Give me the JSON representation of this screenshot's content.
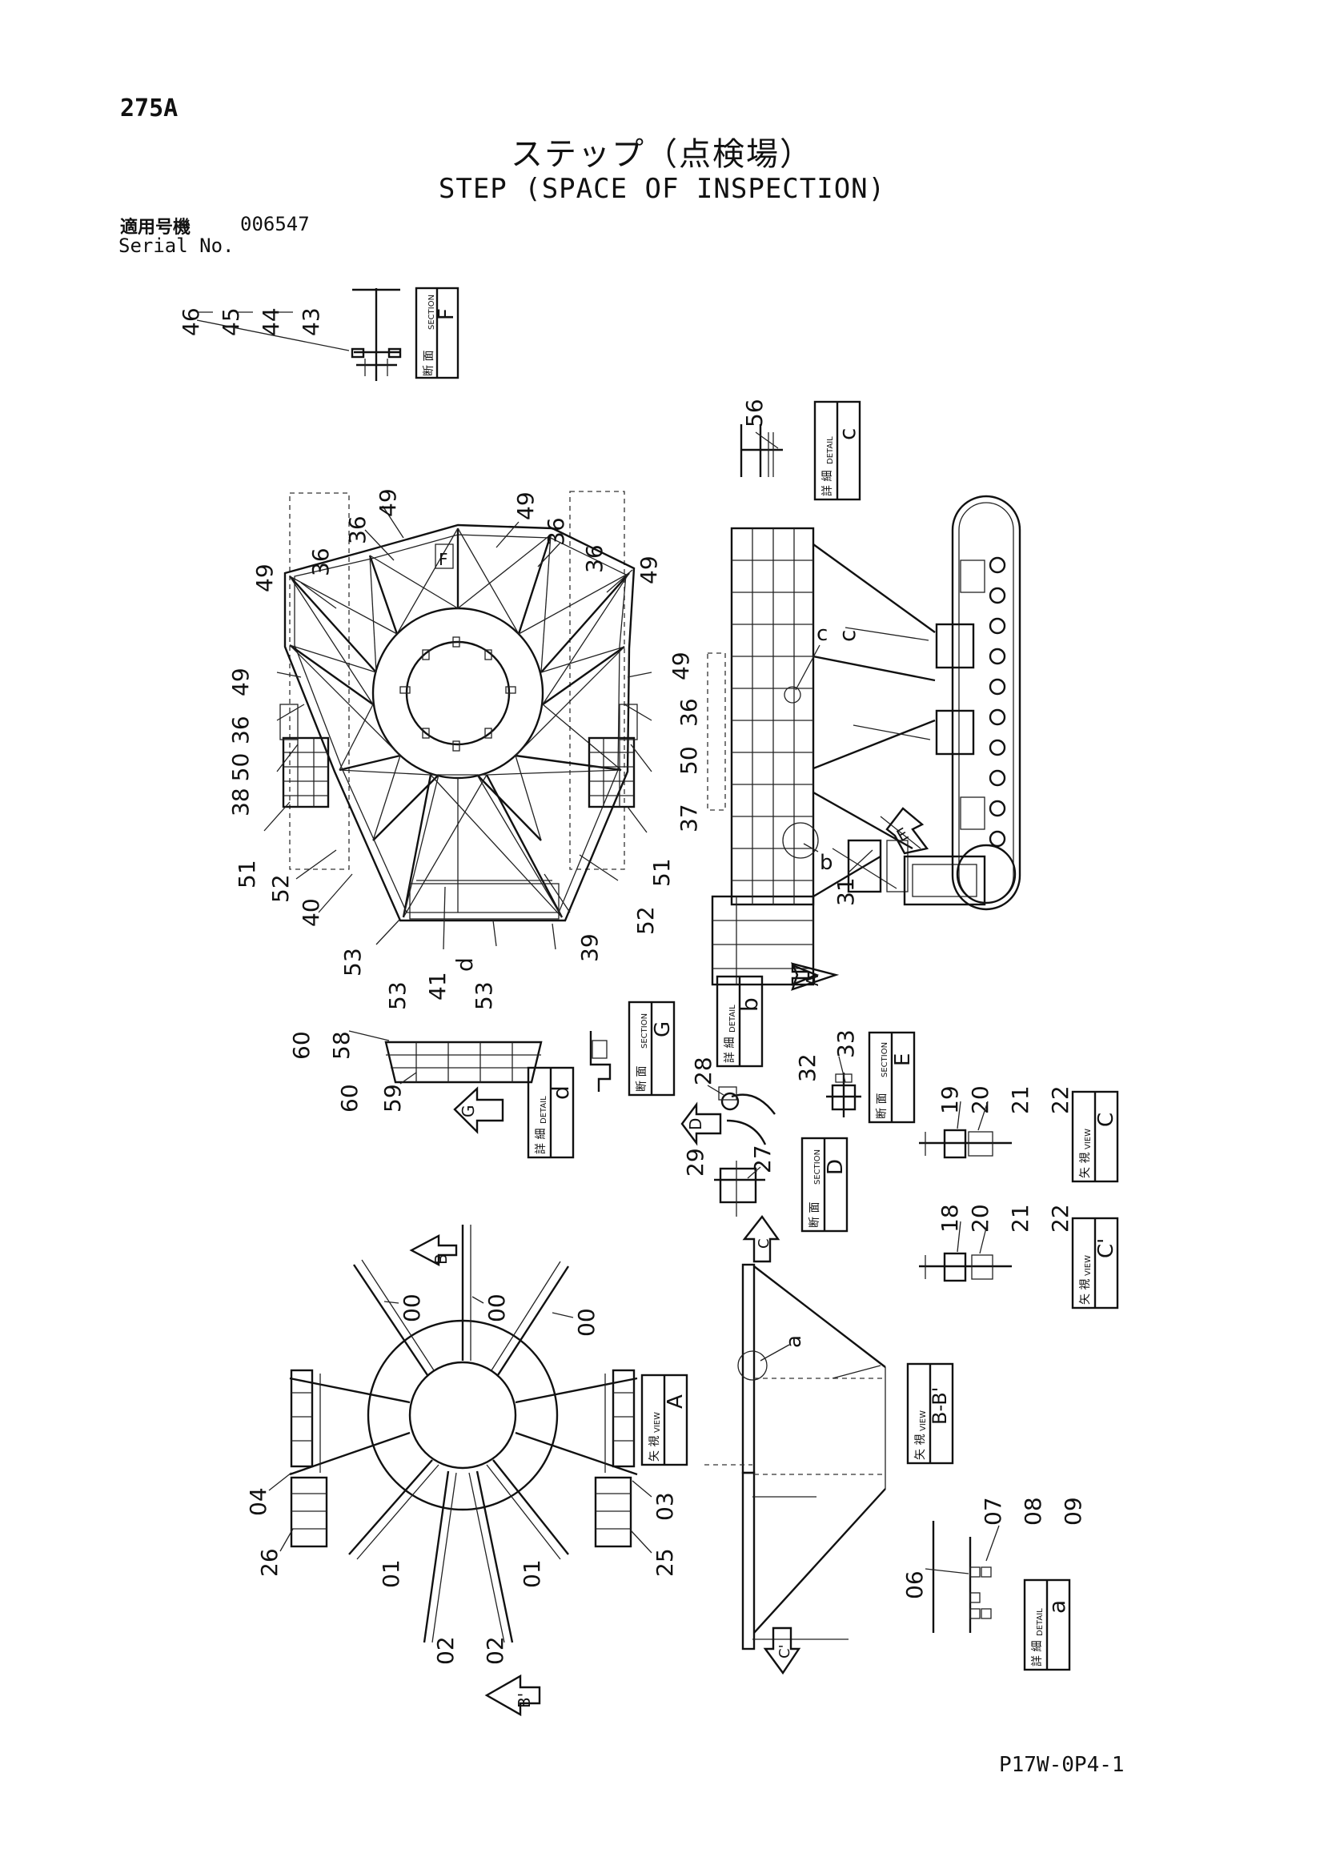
{
  "header": {
    "page_no": "275A",
    "title_jp": "ステップ（点検場）",
    "title_en": "STEP (SPACE OF INSPECTION)",
    "serial_label_jp": "適用号機",
    "serial_value": "006547",
    "serial_label_en": "Serial No."
  },
  "footer": {
    "doc_no": "P17W-0P4-1"
  },
  "callouts": {
    "section_jp": "断 面",
    "section_en": "SECTION",
    "detail_jp": "詳 細",
    "detail_en": "DETAIL",
    "view_jp": "矢 視",
    "view_en": "VIEW",
    "letter_F": "F",
    "letter_c": "c",
    "letter_G": "G",
    "letter_b": "b",
    "letter_E": "E",
    "letter_d": "d",
    "letter_D": "D",
    "letter_C": "C",
    "letter_Cp": "C'",
    "letter_A": "A",
    "letter_BB": "B-B'",
    "letter_a": "a"
  },
  "arrows": {
    "A": "A",
    "E": "E",
    "G": "G",
    "D": "D",
    "C": "C",
    "Cp": "C'",
    "B": "B",
    "Bp": "B'"
  },
  "labels": {
    "sec_f": [
      "46",
      "45",
      "44",
      "43"
    ],
    "det_c": "56",
    "top_view": [
      "49",
      "36",
      "49",
      "36",
      "49",
      "49",
      "36",
      "36",
      "49",
      "49",
      "36",
      "50",
      "38",
      "51",
      "52",
      "40",
      "53",
      "41",
      "53",
      "53",
      "39",
      "52",
      "51",
      "37",
      "50",
      "36",
      "c",
      "d",
      "F"
    ],
    "side_view": [
      "c",
      "b",
      "31"
    ],
    "det_d": [
      "60",
      "58",
      "60",
      "59"
    ],
    "det_b": "28",
    "sec_e": [
      "32",
      "33"
    ],
    "sec_d": [
      "29",
      "27"
    ],
    "view_c": [
      "19",
      "20",
      "21",
      "22"
    ],
    "view_cp": [
      "18",
      "20",
      "21",
      "22"
    ],
    "view_a": [
      "00",
      "00",
      "00",
      "04",
      "26",
      "01",
      "02",
      "02",
      "01",
      "03",
      "25"
    ],
    "view_bb": "a",
    "det_a": [
      "06",
      "07",
      "08",
      "09"
    ]
  }
}
